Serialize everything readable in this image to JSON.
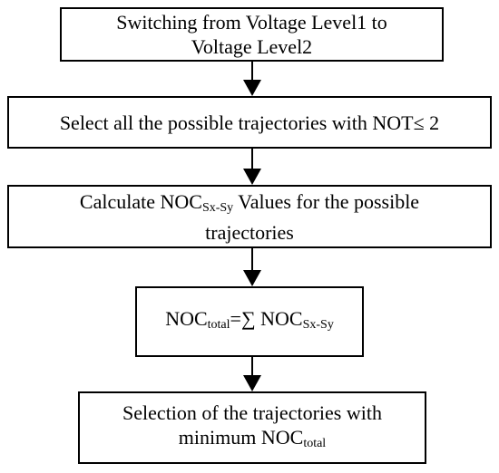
{
  "steps": [
    {
      "line1": "Switching from  Voltage Level1  to",
      "line2": "Voltage Level2"
    },
    {
      "line1": "Select all the possible trajectories with NOT≤ 2"
    },
    {
      "line1_pre": "Calculate NOC",
      "line1_sub": "Sx-Sy",
      "line1_post": " Values for the possible",
      "line2": "trajectories"
    },
    {
      "pre": "NOC",
      "sub1": "total",
      "mid": "=∑ NOC",
      "sub2": "Sx-Sy"
    },
    {
      "line1": "Selection of  the trajectories with",
      "line2_pre": "minimum NOC",
      "line2_sub": "total"
    }
  ]
}
